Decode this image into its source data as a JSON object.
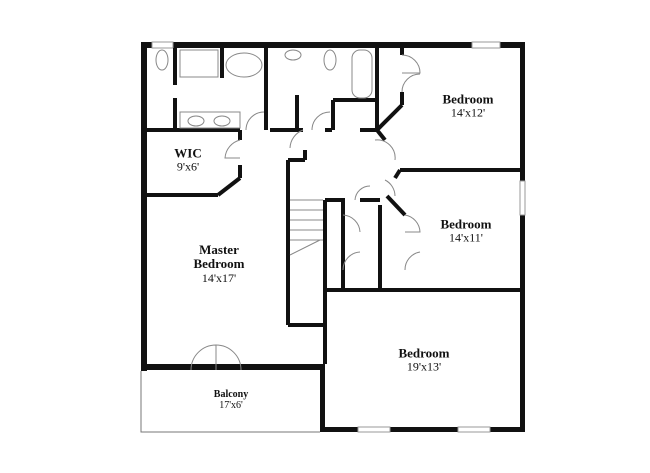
{
  "rooms": [
    {
      "name": "Bedroom",
      "size": "14'x12'"
    },
    {
      "name": "WIC",
      "size": "9'x6'"
    },
    {
      "name": "Bedroom",
      "size": "14'x11'"
    },
    {
      "name": "Master Bedroom",
      "size": "14'x17'"
    },
    {
      "name": "Bedroom",
      "size": "19'x13'"
    },
    {
      "name": "Balcony",
      "size": "17'x6'"
    }
  ],
  "colors": {
    "wall": "#111111",
    "fixture": "#888888"
  }
}
